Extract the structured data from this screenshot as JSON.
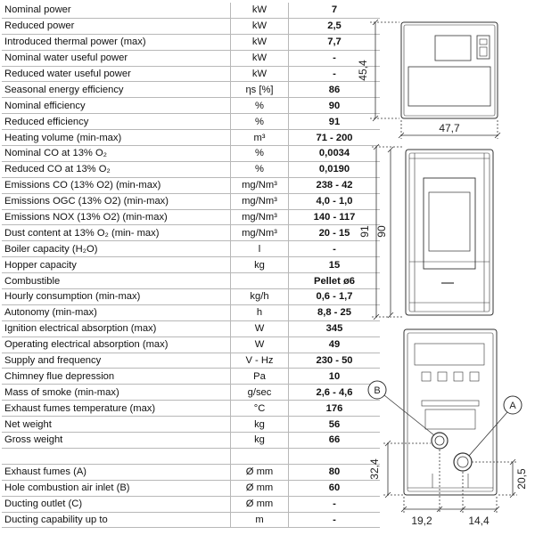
{
  "spec_rows": [
    {
      "label": "Nominal power",
      "unit": "kW",
      "value": "7"
    },
    {
      "label": "Reduced power",
      "unit": "kW",
      "value": "2,5"
    },
    {
      "label": "Introduced thermal power (max)",
      "unit": "kW",
      "value": "7,7"
    },
    {
      "label": "Nominal water useful power",
      "unit": "kW",
      "value": "-"
    },
    {
      "label": "Reduced water useful power",
      "unit": "kW",
      "value": "-"
    },
    {
      "label": "Seasonal energy efficiency",
      "unit": "ηs [%]",
      "value": "86"
    },
    {
      "label": "Nominal efficiency",
      "unit": "%",
      "value": "90"
    },
    {
      "label": "Reduced efficiency",
      "unit": "%",
      "value": "91"
    },
    {
      "label": "Heating volume (min-max)",
      "unit": "m³",
      "value": "71 - 200"
    },
    {
      "label": "Nominal CO at 13% O₂",
      "unit": "%",
      "value": "0,0034"
    },
    {
      "label": "Reduced CO at 13% O₂",
      "unit": "%",
      "value": "0,0190"
    },
    {
      "label": "Emissions CO (13% O2) (min-max)",
      "unit": "mg/Nm³",
      "value": "238 - 42"
    },
    {
      "label": "Emissions OGC (13% O2) (min-max)",
      "unit": "mg/Nm³",
      "value": "4,0 - 1,0"
    },
    {
      "label": "Emissions NOX (13% O2)  (min-max)",
      "unit": "mg/Nm³",
      "value": "140 - 117"
    },
    {
      "label": "Dust content at 13% O₂ (min- max)",
      "unit": "mg/Nm³",
      "value": "20 - 15"
    },
    {
      "label": "Boiler capacity (H₂O)",
      "unit": "l",
      "value": "-"
    },
    {
      "label": "Hopper capacity",
      "unit": "kg",
      "value": "15"
    },
    {
      "label": "Combustible",
      "unit": "",
      "value": "Pellet ø6"
    },
    {
      "label": "Hourly consumption (min-max)",
      "unit": "kg/h",
      "value": "0,6 - 1,7"
    },
    {
      "label": "Autonomy (min-max)",
      "unit": "h",
      "value": "8,8 - 25"
    },
    {
      "label": "Ignition electrical absorption (max)",
      "unit": "W",
      "value": "345"
    },
    {
      "label": "Operating electrical absorption (max)",
      "unit": "W",
      "value": "49"
    },
    {
      "label": "Supply and frequency",
      "unit": "V - Hz",
      "value": "230 - 50"
    },
    {
      "label": "Chimney flue depression",
      "unit": "Pa",
      "value": "10"
    },
    {
      "label": "Mass of smoke (min-max)",
      "unit": "g/sec",
      "value": "2,6 - 4,6"
    },
    {
      "label": "Exhaust fumes temperature (max)",
      "unit": "°C",
      "value": "176"
    },
    {
      "label": "Net weight",
      "unit": "kg",
      "value": "56"
    },
    {
      "label": "Gross weight",
      "unit": "kg",
      "value": "66"
    },
    {
      "label": "",
      "unit": "",
      "value": ""
    },
    {
      "label": "Exhaust fumes  (A)",
      "unit": "Ø mm",
      "value": "80"
    },
    {
      "label": "Hole combustion air inlet  (B)",
      "unit": "Ø mm",
      "value": "60"
    },
    {
      "label": "Ducting outlet  (C)",
      "unit": "Ø mm",
      "value": "-"
    },
    {
      "label": "Ducting capability up to",
      "unit": "m",
      "value": "-"
    }
  ],
  "dimensions": {
    "top_depth": "45,4",
    "top_width": "47,7",
    "front_total_height": "91",
    "front_body_height": "90",
    "rear_outlet_height": "32,4",
    "rear_inlet_height": "20,5",
    "rear_left_offset": "19,2",
    "rear_right_offset": "14,4",
    "callout_a": "A",
    "callout_b": "B"
  }
}
